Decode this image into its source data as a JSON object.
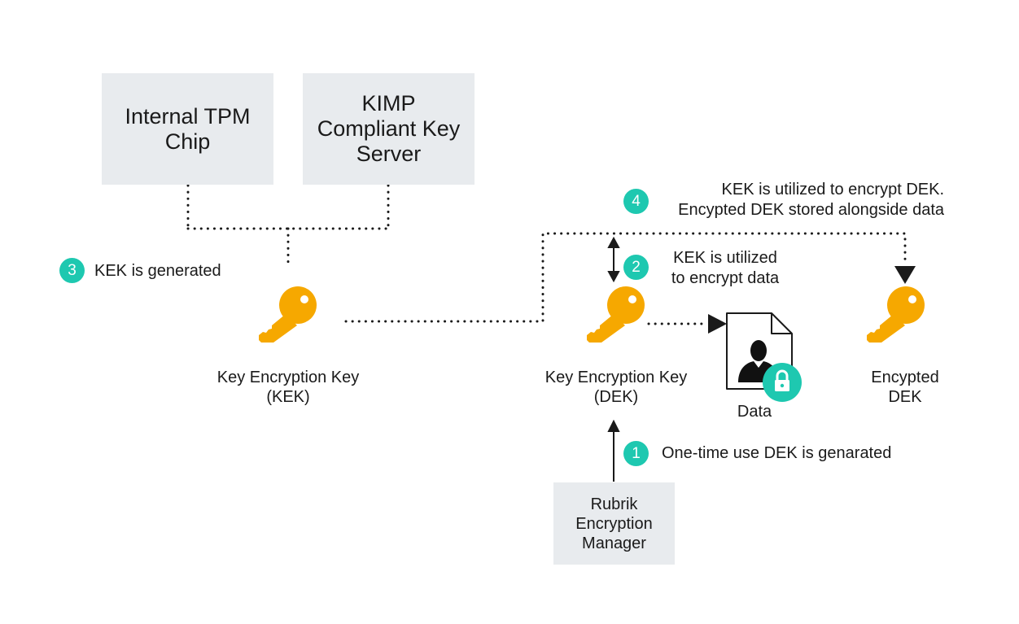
{
  "boxes": {
    "tpm": {
      "lines": [
        "Internal TPM",
        "Chip"
      ]
    },
    "kimp": {
      "lines": [
        "KIMP",
        "Compliant Key",
        "Server"
      ]
    },
    "rubrik": {
      "lines": [
        "Rubrik",
        "Encryption",
        "Manager"
      ]
    }
  },
  "labels": {
    "kek": [
      "Key Encryption Key",
      "(KEK)"
    ],
    "dek": [
      "Key Encryption Key",
      "(DEK)"
    ],
    "data": "Data",
    "encrypted_dek": [
      "Encypted",
      "DEK"
    ]
  },
  "steps": [
    {
      "number": "1",
      "text": [
        "One-time use DEK is genarated"
      ]
    },
    {
      "number": "2",
      "text": [
        "KEK is utilized",
        "to encrypt data"
      ]
    },
    {
      "number": "3",
      "text": [
        "KEK is generated"
      ]
    },
    {
      "number": "4",
      "text": [
        "KEK is utilized to encrypt DEK.",
        "Encypted DEK stored alongside data"
      ]
    }
  ],
  "colors": {
    "key": "#f6a800",
    "badge": "#1ec8b0",
    "box": "#e8ebee",
    "line": "#1a1a1a"
  },
  "icons": {
    "key": "key-icon",
    "document": "document-icon",
    "user": "user-silhouette-icon",
    "lock": "padlock-icon"
  }
}
